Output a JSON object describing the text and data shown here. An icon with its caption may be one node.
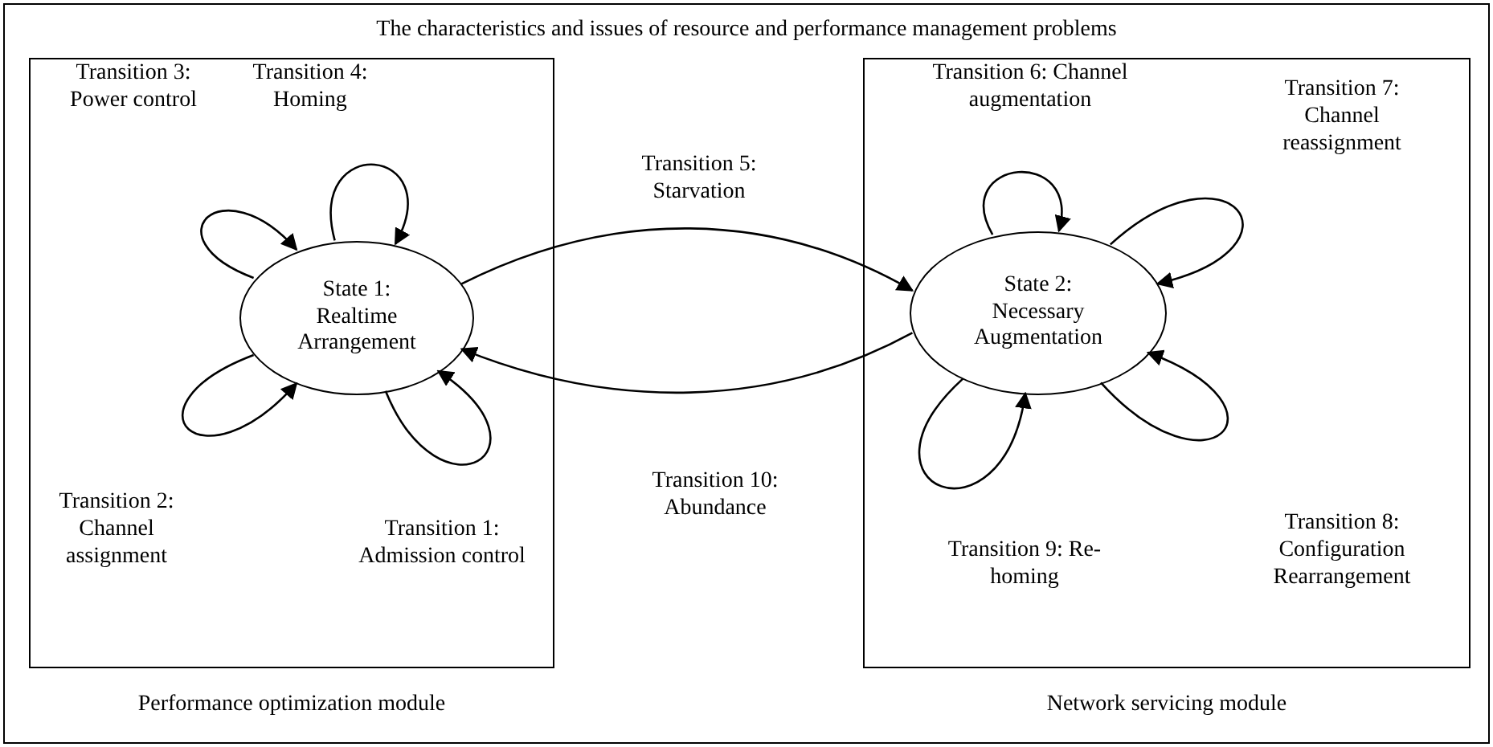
{
  "diagram": {
    "nodes": [
      {
        "text": [
          "The characteristics and issues of resource and performance management problems"
        ]
      },
      {
        "text": [
          "Performance optimization module"
        ],
        "in": 0
      },
      {
        "text": [
          "State 1: Realtime Arrangement"
        ],
        "in": 1
      },
      {
        "text": [
          "Network servicing module"
        ],
        "in": 0
      },
      {
        "text": [
          "State 2: Necessary Augmentation"
        ],
        "in": 3
      }
    ],
    "edges": [
      {
        "from": 2,
        "to": 2,
        "arrow": "to",
        "label": "Transition 3: Power control"
      },
      {
        "from": 2,
        "to": 2,
        "arrow": "to",
        "label": "Transition 4: Homing"
      },
      {
        "from": 4,
        "to": 4,
        "arrow": "to",
        "label": "Transition 6: Channel augmentation"
      },
      {
        "from": 4,
        "to": 4,
        "arrow": "to",
        "label": "Transition 7: Channel reassignment"
      },
      {
        "from": 2,
        "to": 4,
        "arrow": "to",
        "label": "Transition 5: Starvation"
      },
      {
        "from": 4,
        "to": 2,
        "arrow": "to",
        "label": "Transition 10: Abundance"
      },
      {
        "from": 2,
        "to": 2,
        "arrow": "to",
        "label": "Transition 2: Channel assignment"
      },
      {
        "from": 2,
        "to": 2,
        "arrow": "to",
        "label": "Transition 1: Admission control"
      },
      {
        "from": 4,
        "to": 4,
        "arrow": "to",
        "label": "Transition 9: Re-homing"
      },
      {
        "from": 4,
        "to": 4,
        "arrow": "to",
        "label": "Transition 8: Configuration Rearrangement"
      }
    ]
  }
}
